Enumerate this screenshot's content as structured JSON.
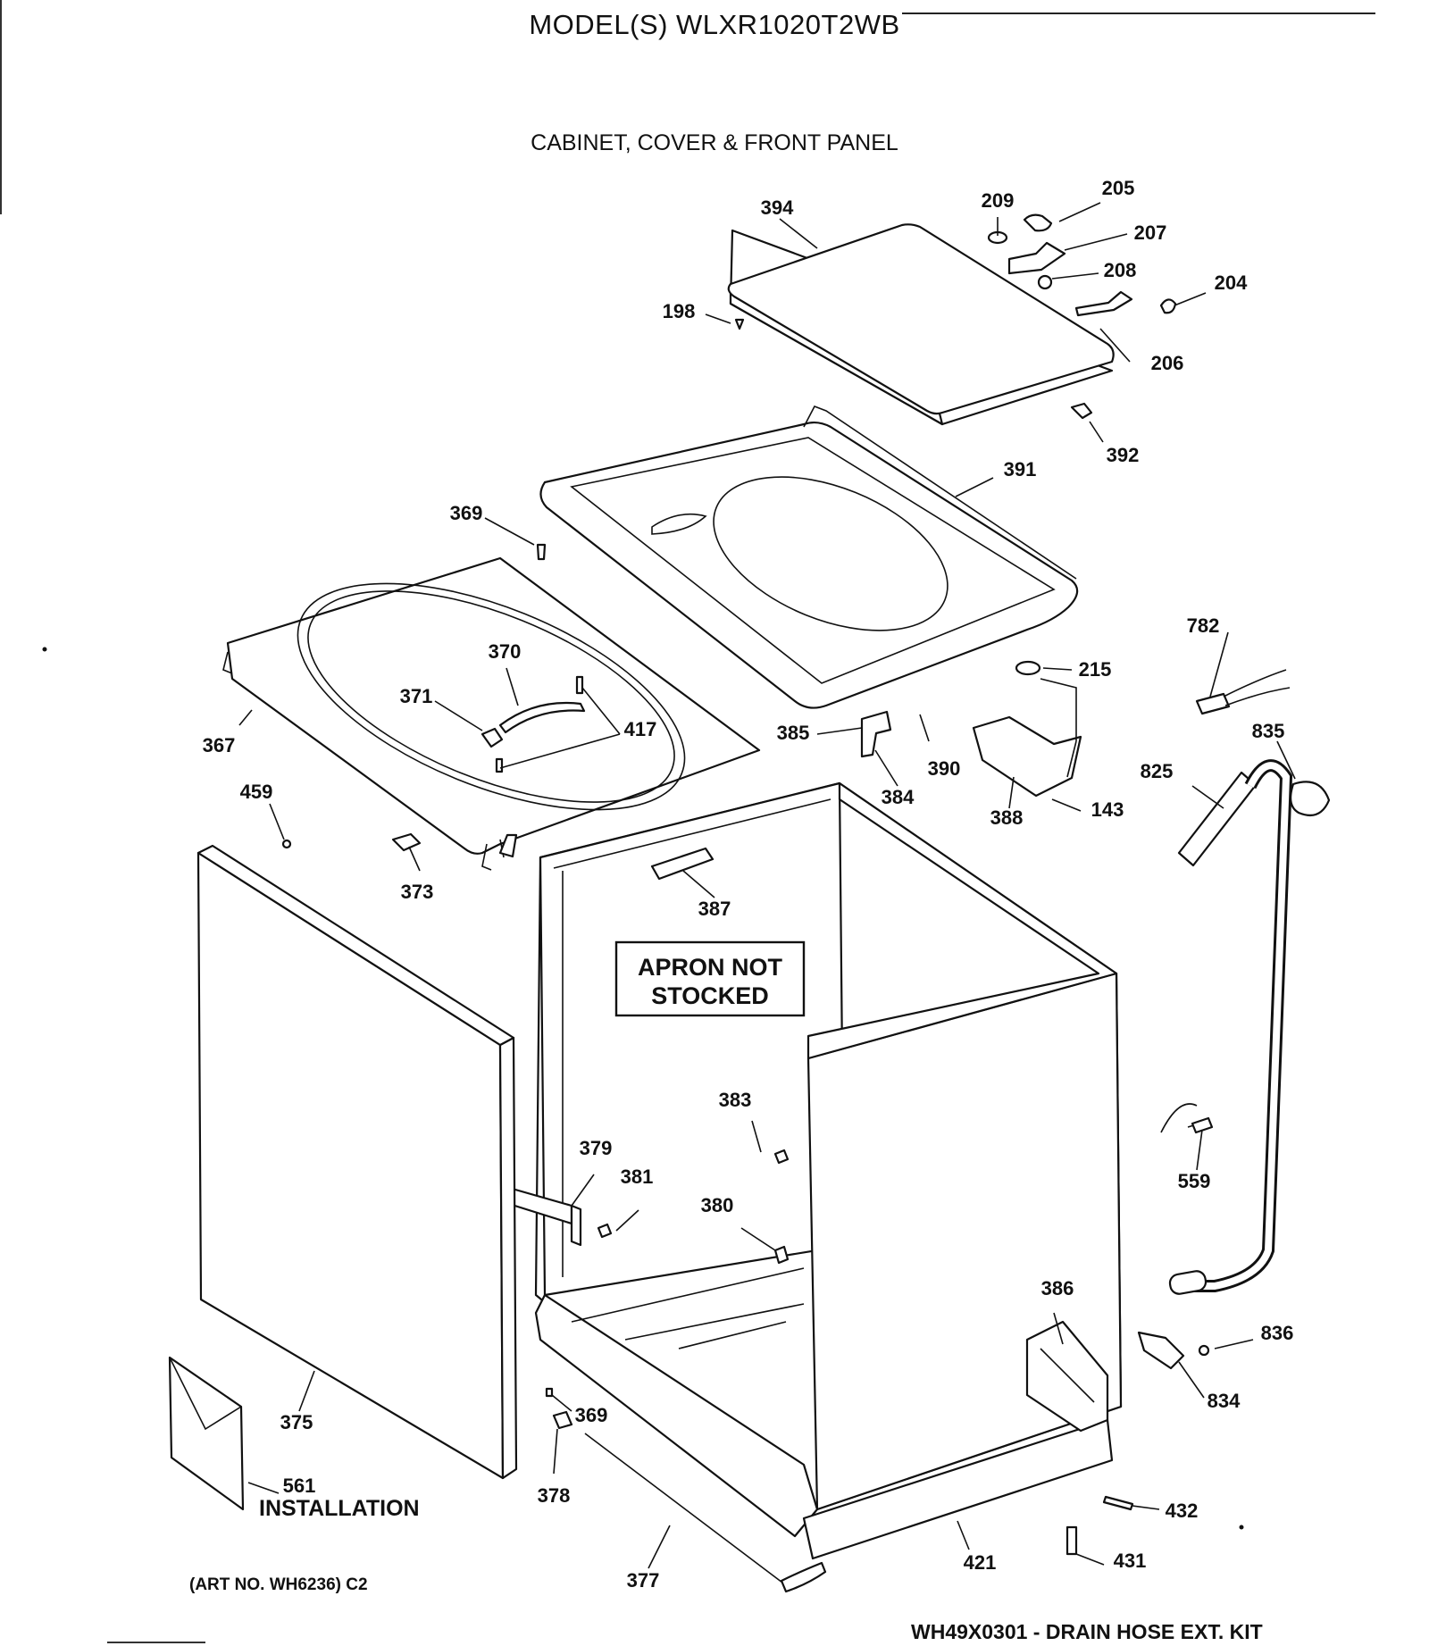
{
  "title": "MODEL(S) WLXR1020T2WB",
  "section_title": "CABINET, COVER & FRONT PANEL",
  "notice": {
    "line1": "APRON NOT",
    "line2": "STOCKED"
  },
  "installation_label": "INSTALLATION",
  "art_number": "(ART NO. WH6236) C2",
  "kit_note": "WH49X0301 - DRAIN HOSE EXT. KIT",
  "callouts": [
    "394",
    "209",
    "205",
    "207",
    "208",
    "204",
    "198",
    "206",
    "392",
    "391",
    "369",
    "782",
    "370",
    "215",
    "371",
    "417",
    "367",
    "385",
    "390",
    "835",
    "825",
    "384",
    "388",
    "143",
    "459",
    "373",
    "387",
    "383",
    "379",
    "559",
    "381",
    "380",
    "386",
    "836",
    "834",
    "375",
    "369",
    "561",
    "378",
    "432",
    "421",
    "431",
    "377"
  ]
}
